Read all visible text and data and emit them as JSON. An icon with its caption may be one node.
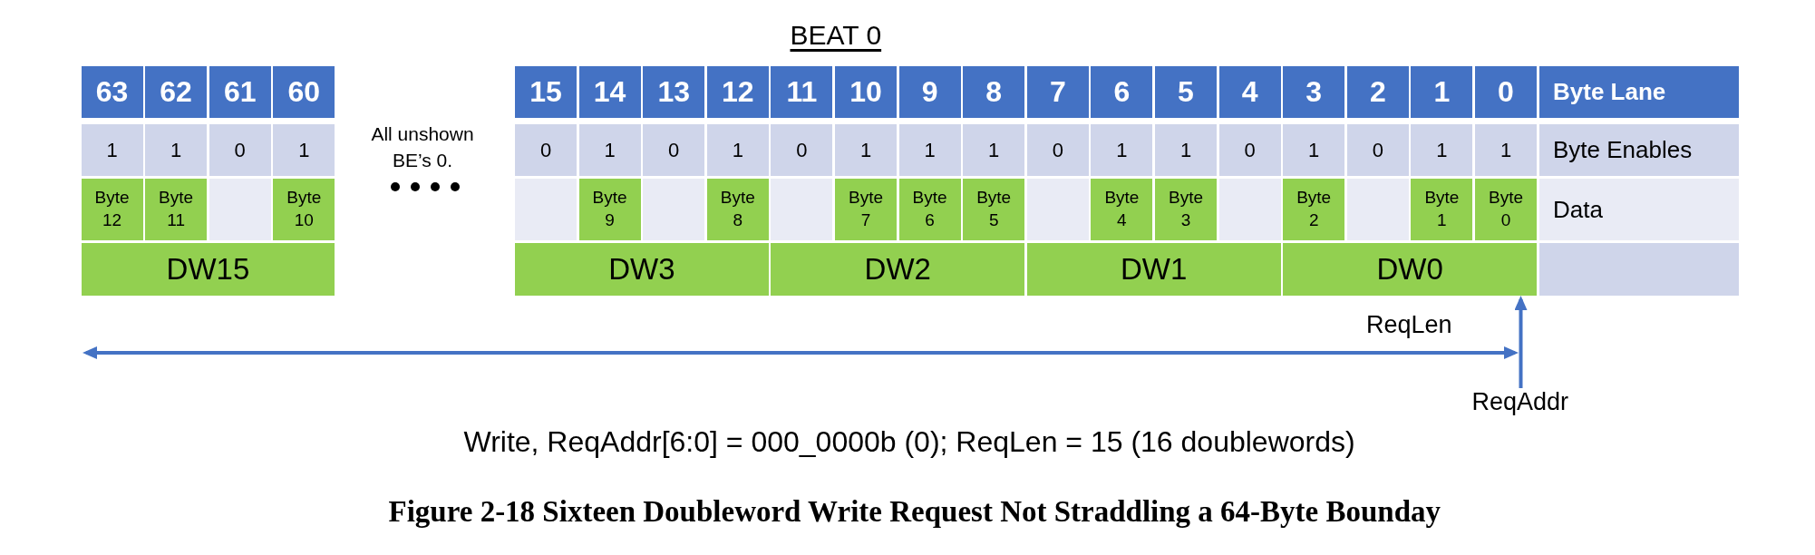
{
  "diagram": {
    "title": "BEAT 0",
    "caption": "Figure 2-18 Sixteen Doubleword Write Request Not Straddling a 64-Byte Bounday",
    "nodes": [
      {
        "text": [
          "DW15"
        ]
      },
      {
        "text": [
          "DW3"
        ]
      },
      {
        "text": [
          "DW2"
        ]
      },
      {
        "text": [
          "DW1"
        ]
      },
      {
        "text": [
          "DW0"
        ]
      },
      {
        "text": [
          "ReqAddr"
        ]
      }
    ],
    "edges": [
      {
        "from": 5,
        "to": 4,
        "arrow": "to"
      }
    ],
    "labels": [
      "63",
      "62",
      "61",
      "60",
      "15",
      "14",
      "13",
      "12",
      "11",
      "10",
      "9",
      "8",
      "7",
      "6",
      "5",
      "4",
      "3",
      "2",
      "1",
      "0",
      "Byte Lane",
      "1",
      "1",
      "0",
      "1",
      "All unshown BE’s 0.",
      "0",
      "1",
      "0",
      "1",
      "0",
      "1",
      "1",
      "1",
      "0",
      "1",
      "1",
      "0",
      "1",
      "0",
      "1",
      "1",
      "Byte Enables",
      "Byte 12",
      "Byte 11",
      "Byte 10",
      "Byte 9",
      "Byte 8",
      "Byte 7",
      "Byte 6",
      "Byte 5",
      "Byte 4",
      "Byte 3",
      "Byte 2",
      "Byte 1",
      "Byte 0",
      "Data",
      "ReqLen",
      "Write, ReqAddr[6:0] = 000_0000b (0); ReqLen = 15 (16 doublewords)"
    ]
  }
}
